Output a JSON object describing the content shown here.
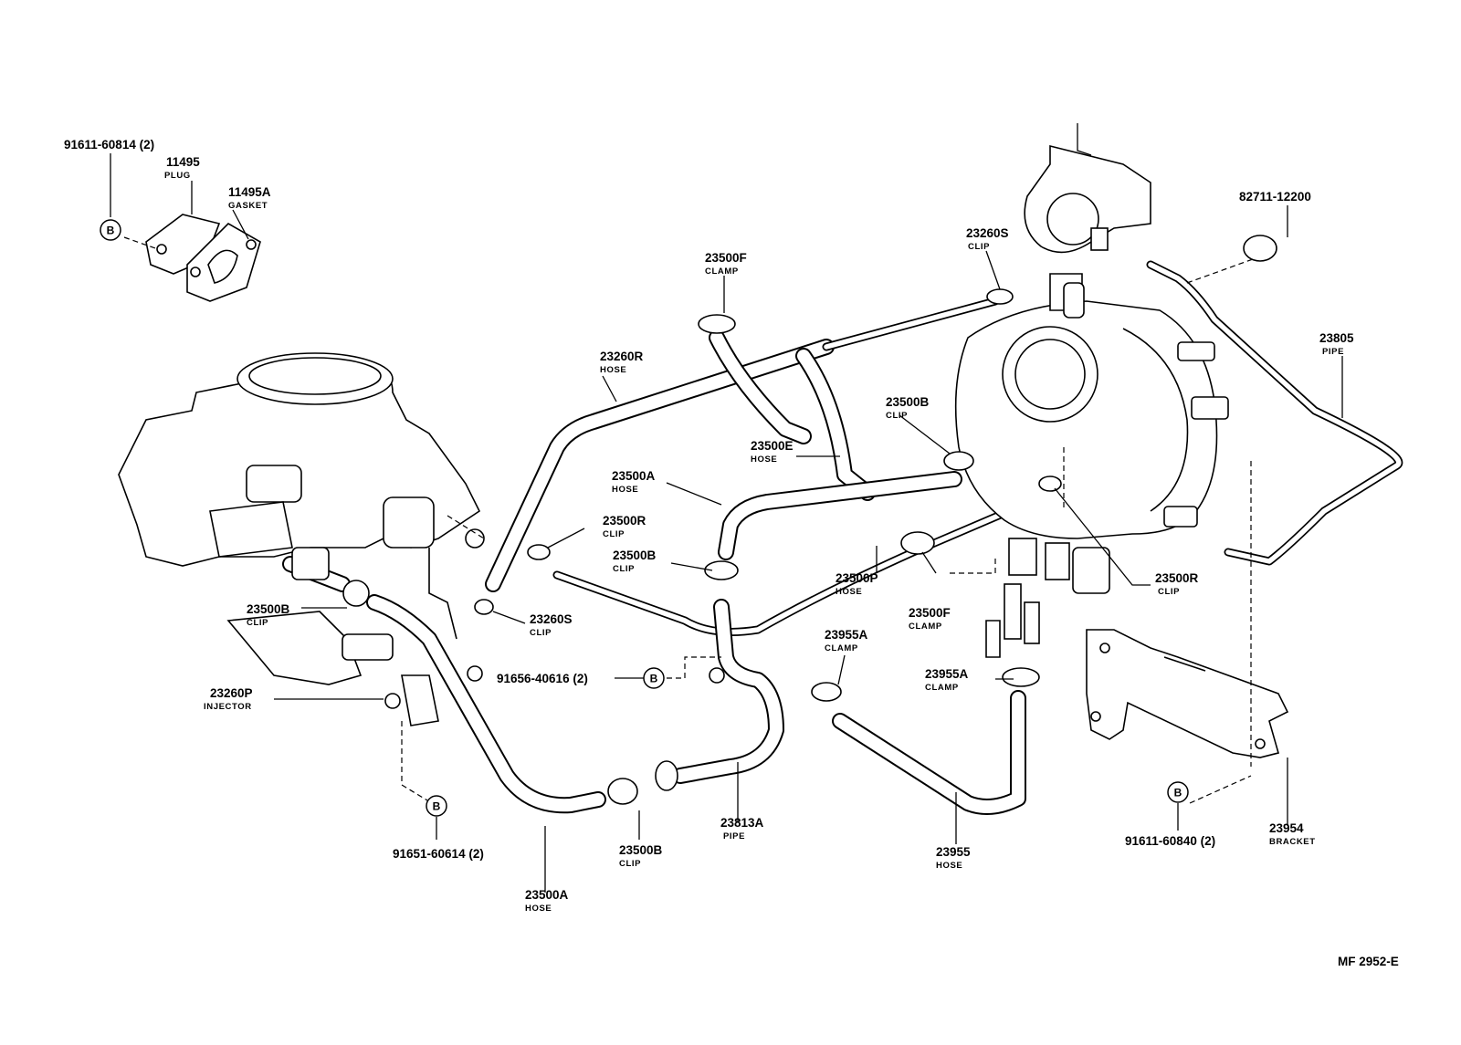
{
  "diagram": {
    "code": "MF 2952-E",
    "callouts": [
      {
        "id": "c01",
        "number": "91611-60814 (2)",
        "desc": ""
      },
      {
        "id": "c02",
        "number": "11495",
        "desc": "PLUG"
      },
      {
        "id": "c03",
        "number": "11495A",
        "desc": "GASKET"
      },
      {
        "id": "c04",
        "number": "23500F",
        "desc": "CLAMP"
      },
      {
        "id": "c05",
        "number": "23260S",
        "desc": "CLIP"
      },
      {
        "id": "c06",
        "number": "82711-12200",
        "desc": ""
      },
      {
        "id": "c07",
        "number": "23260R",
        "desc": "HOSE"
      },
      {
        "id": "c08",
        "number": "23805",
        "desc": "PIPE"
      },
      {
        "id": "c09",
        "number": "23500B",
        "desc": "CLIP"
      },
      {
        "id": "c10",
        "number": "23500E",
        "desc": "HOSE"
      },
      {
        "id": "c11",
        "number": "23500A",
        "desc": "HOSE"
      },
      {
        "id": "c12",
        "number": "23500R",
        "desc": "CLIP"
      },
      {
        "id": "c13",
        "number": "23500B",
        "desc": "CLIP"
      },
      {
        "id": "c14",
        "number": "23500P",
        "desc": "HOSE"
      },
      {
        "id": "c15",
        "number": "23500R",
        "desc": "CLIP"
      },
      {
        "id": "c16",
        "number": "23500F",
        "desc": "CLAMP"
      },
      {
        "id": "c17",
        "number": "23500B",
        "desc": "CLIP"
      },
      {
        "id": "c18",
        "number": "23260S",
        "desc": "CLIP"
      },
      {
        "id": "c19",
        "number": "23955A",
        "desc": "CLAMP"
      },
      {
        "id": "c20",
        "number": "23955A",
        "desc": "CLAMP"
      },
      {
        "id": "c21",
        "number": "91656-40616 (2)",
        "desc": ""
      },
      {
        "id": "c22",
        "number": "23260P",
        "desc": "INJECTOR"
      },
      {
        "id": "c23",
        "number": "23813A",
        "desc": "PIPE"
      },
      {
        "id": "c24",
        "number": "23500B",
        "desc": "CLIP"
      },
      {
        "id": "c25",
        "number": "91651-60614 (2)",
        "desc": ""
      },
      {
        "id": "c26",
        "number": "23500A",
        "desc": "HOSE"
      },
      {
        "id": "c27",
        "number": "23955",
        "desc": "HOSE"
      },
      {
        "id": "c28",
        "number": "91611-60840 (2)",
        "desc": ""
      },
      {
        "id": "c29",
        "number": "23954",
        "desc": "BRACKET"
      }
    ],
    "bolt_ref": "B"
  }
}
